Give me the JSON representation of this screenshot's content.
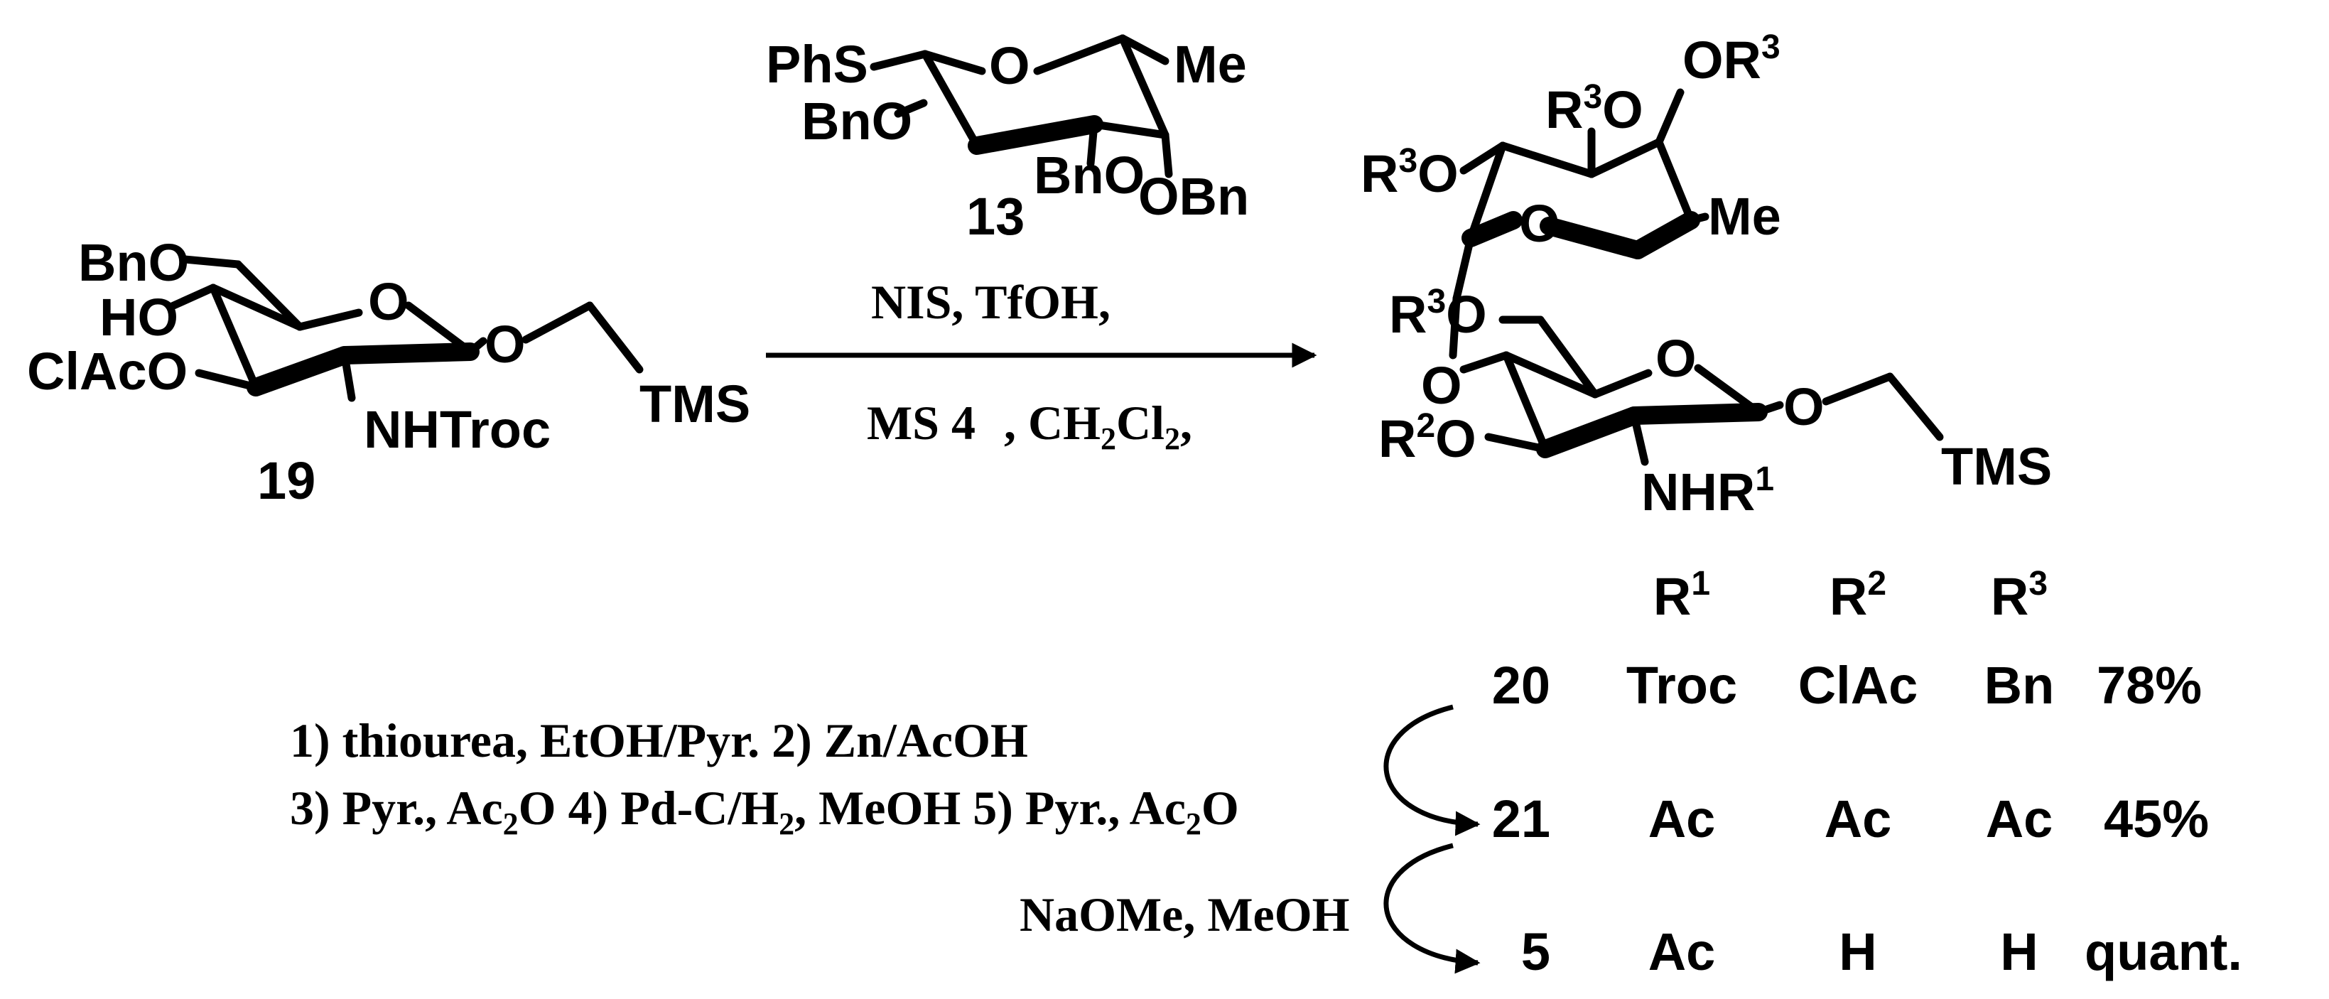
{
  "reagent": {
    "label": "13",
    "atoms": {
      "phs": "PhS",
      "o_ring": "O",
      "me": "Me",
      "bno3": "BnO",
      "bno2": "BnO",
      "obn4": "OBn"
    }
  },
  "acceptor": {
    "label": "19",
    "atoms": {
      "bno6": "BnO",
      "ho4": "HO",
      "clacO3": "ClAcO",
      "o_ring": "O",
      "o_anomeric": "O",
      "tms": "TMS",
      "nhtroc": "NHTroc"
    }
  },
  "conditions": {
    "line1": "NIS, TfOH,",
    "line2_ms": "MS 4",
    "line2_solvent": ", CH",
    "sub_2a": "2",
    "cl": "Cl",
    "sub_2b": "2",
    "line2_end": ","
  },
  "product": {
    "atoms": {
      "or3_top": "OR",
      "or3_top_sup": "3",
      "r3o_mid": "R",
      "r3o_mid_sup": "3",
      "r3o_mid_o": "O",
      "r3o_left": "R",
      "r3o_left_sup": "3",
      "r3o_left_o": "O",
      "o_fuc": "O",
      "me": "Me",
      "r3o_6": "R",
      "r3o_6_sup": "3",
      "r3o_6_o": "O",
      "o_link": "O",
      "o_glc": "O",
      "r2o": "R",
      "r2o_sup": "2",
      "r2o_o": "O",
      "o_anomeric": "O",
      "tms": "TMS",
      "nhr1": "NHR",
      "nhr1_sup": "1"
    }
  },
  "table": {
    "headers": [
      {
        "base": "R",
        "sup": "1"
      },
      {
        "base": "R",
        "sup": "2"
      },
      {
        "base": "R",
        "sup": "3"
      }
    ],
    "rows": [
      {
        "compound": "20",
        "r1": "Troc",
        "r2": "ClAc",
        "r3": "Bn",
        "yield": "78%"
      },
      {
        "compound": "21",
        "r1": "Ac",
        "r2": "Ac",
        "r3": "Ac",
        "yield": "45%"
      },
      {
        "compound": "5",
        "r1": "Ac",
        "r2": "H",
        "r3": "H",
        "yield": "quant."
      }
    ]
  },
  "steps": {
    "line1": "1) thiourea, EtOH/Pyr. 2) Zn/AcOH",
    "line2_a": "3) Pyr., Ac",
    "line2_sub1": "2",
    "line2_b": "O 4) Pd-C/H",
    "line2_sub2": "2",
    "line2_c": ", MeOH 5) Pyr., Ac",
    "line2_sub3": "2",
    "line2_d": "O",
    "deprotect": "NaOMe, MeOH"
  }
}
